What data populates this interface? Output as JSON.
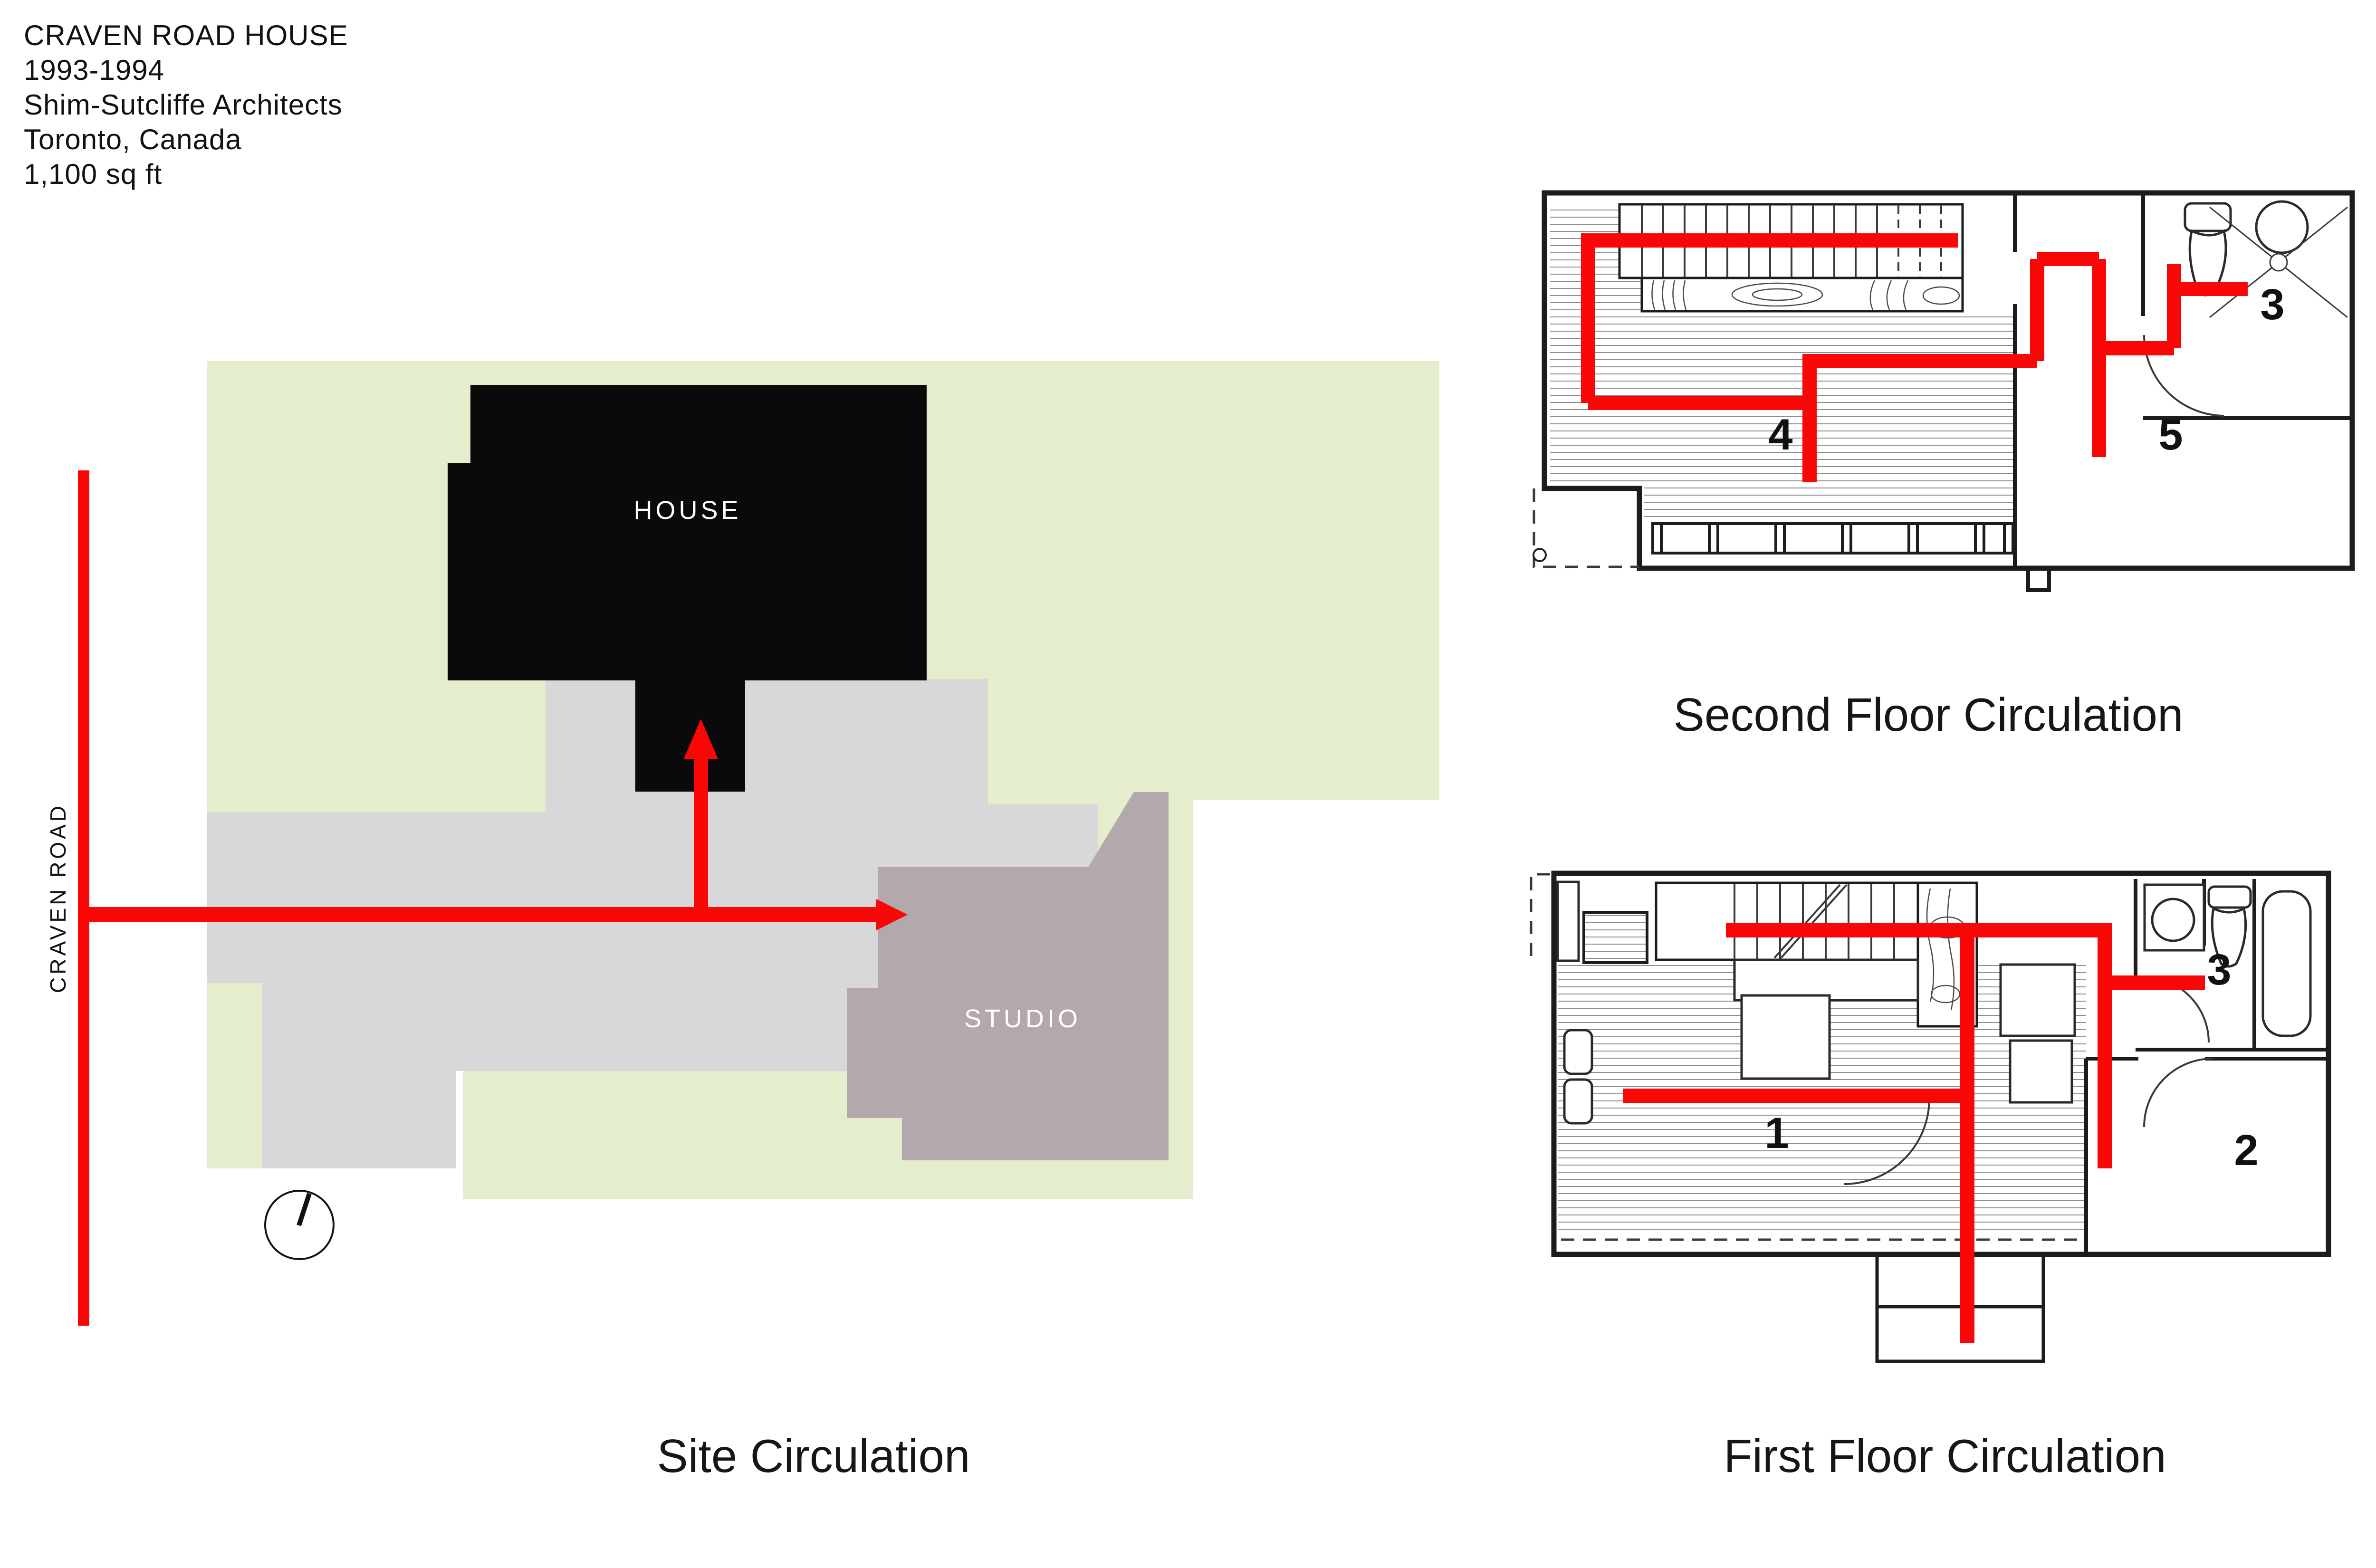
{
  "header": {
    "title": "CRAVEN ROAD HOUSE",
    "years": "1993-1994",
    "architect": "Shim-Sutcliffe Architects",
    "location": "Toronto, Canada",
    "area": "1,100 sq ft"
  },
  "colors": {
    "red": "#f90707",
    "green": "#e4eecd",
    "path_gray": "#d8d8d8",
    "studio": "#b3a8ab",
    "house_black": "#0a0a0a"
  },
  "site": {
    "caption": "Site Circulation",
    "house_label": "HOUSE",
    "studio_label": "STUDIO",
    "road_label": "CRAVEN ROAD"
  },
  "second_floor": {
    "caption": "Second Floor Circulation",
    "rooms": [
      {
        "number": "3"
      },
      {
        "number": "4"
      },
      {
        "number": "5"
      }
    ]
  },
  "first_floor": {
    "caption": "First Floor Circulation",
    "rooms": [
      {
        "number": "1"
      },
      {
        "number": "2"
      },
      {
        "number": "3"
      }
    ]
  }
}
